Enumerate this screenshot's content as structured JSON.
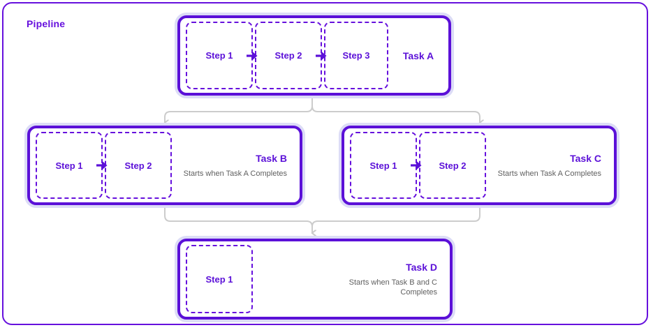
{
  "diagram": {
    "frame_label": "Pipeline",
    "colors": {
      "accent_purple": "#5b10d8",
      "border_purple": "#6610dd",
      "glow_lavender": "#dcdcf6",
      "connector_gray": "#cccccc",
      "subtext_gray": "#5f5f5f",
      "background": "#ffffff"
    },
    "tasks": [
      {
        "id": "task-a",
        "title": "Task A",
        "subtitle": "",
        "steps": [
          "Step 1",
          "Step 2",
          "Step 3"
        ]
      },
      {
        "id": "task-b",
        "title": "Task B",
        "subtitle": "Starts when Task A Completes",
        "steps": [
          "Step 1",
          "Step 2"
        ]
      },
      {
        "id": "task-c",
        "title": "Task C",
        "subtitle": "Starts when Task A Completes",
        "steps": [
          "Step 1",
          "Step 2"
        ]
      },
      {
        "id": "task-d",
        "title": "Task D",
        "subtitle": "Starts when Task B and C Completes",
        "steps": [
          "Step 1"
        ]
      }
    ],
    "connections": [
      {
        "from": "Task A",
        "to": "Task B"
      },
      {
        "from": "Task A",
        "to": "Task C"
      },
      {
        "from": "Task B",
        "to": "Task D"
      },
      {
        "from": "Task C",
        "to": "Task D"
      }
    ]
  }
}
